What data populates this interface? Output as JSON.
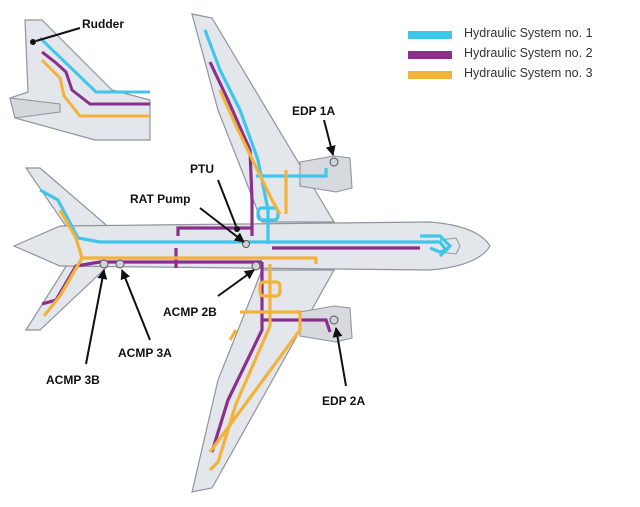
{
  "legend": [
    {
      "label": "Hydraulic System no. 1",
      "color": "#3fc6ea"
    },
    {
      "label": "Hydraulic System no. 2",
      "color": "#8b2f8e"
    },
    {
      "label": "Hydraulic System no. 3",
      "color": "#f3b23c"
    }
  ],
  "labels": {
    "rudder": "Rudder",
    "edp1a": "EDP 1A",
    "ptu": "PTU",
    "rat_pump": "RAT Pump",
    "acmp2b": "ACMP 2B",
    "acmp3a": "ACMP 3A",
    "acmp3b": "ACMP 3B",
    "edp2a": "EDP 2A"
  },
  "colors": {
    "fuselage_fill": "#e3e6ea",
    "outline": "#8f959c",
    "system1": "#3fc6ea",
    "system2": "#8b2f8e",
    "system3": "#f3b23c"
  }
}
